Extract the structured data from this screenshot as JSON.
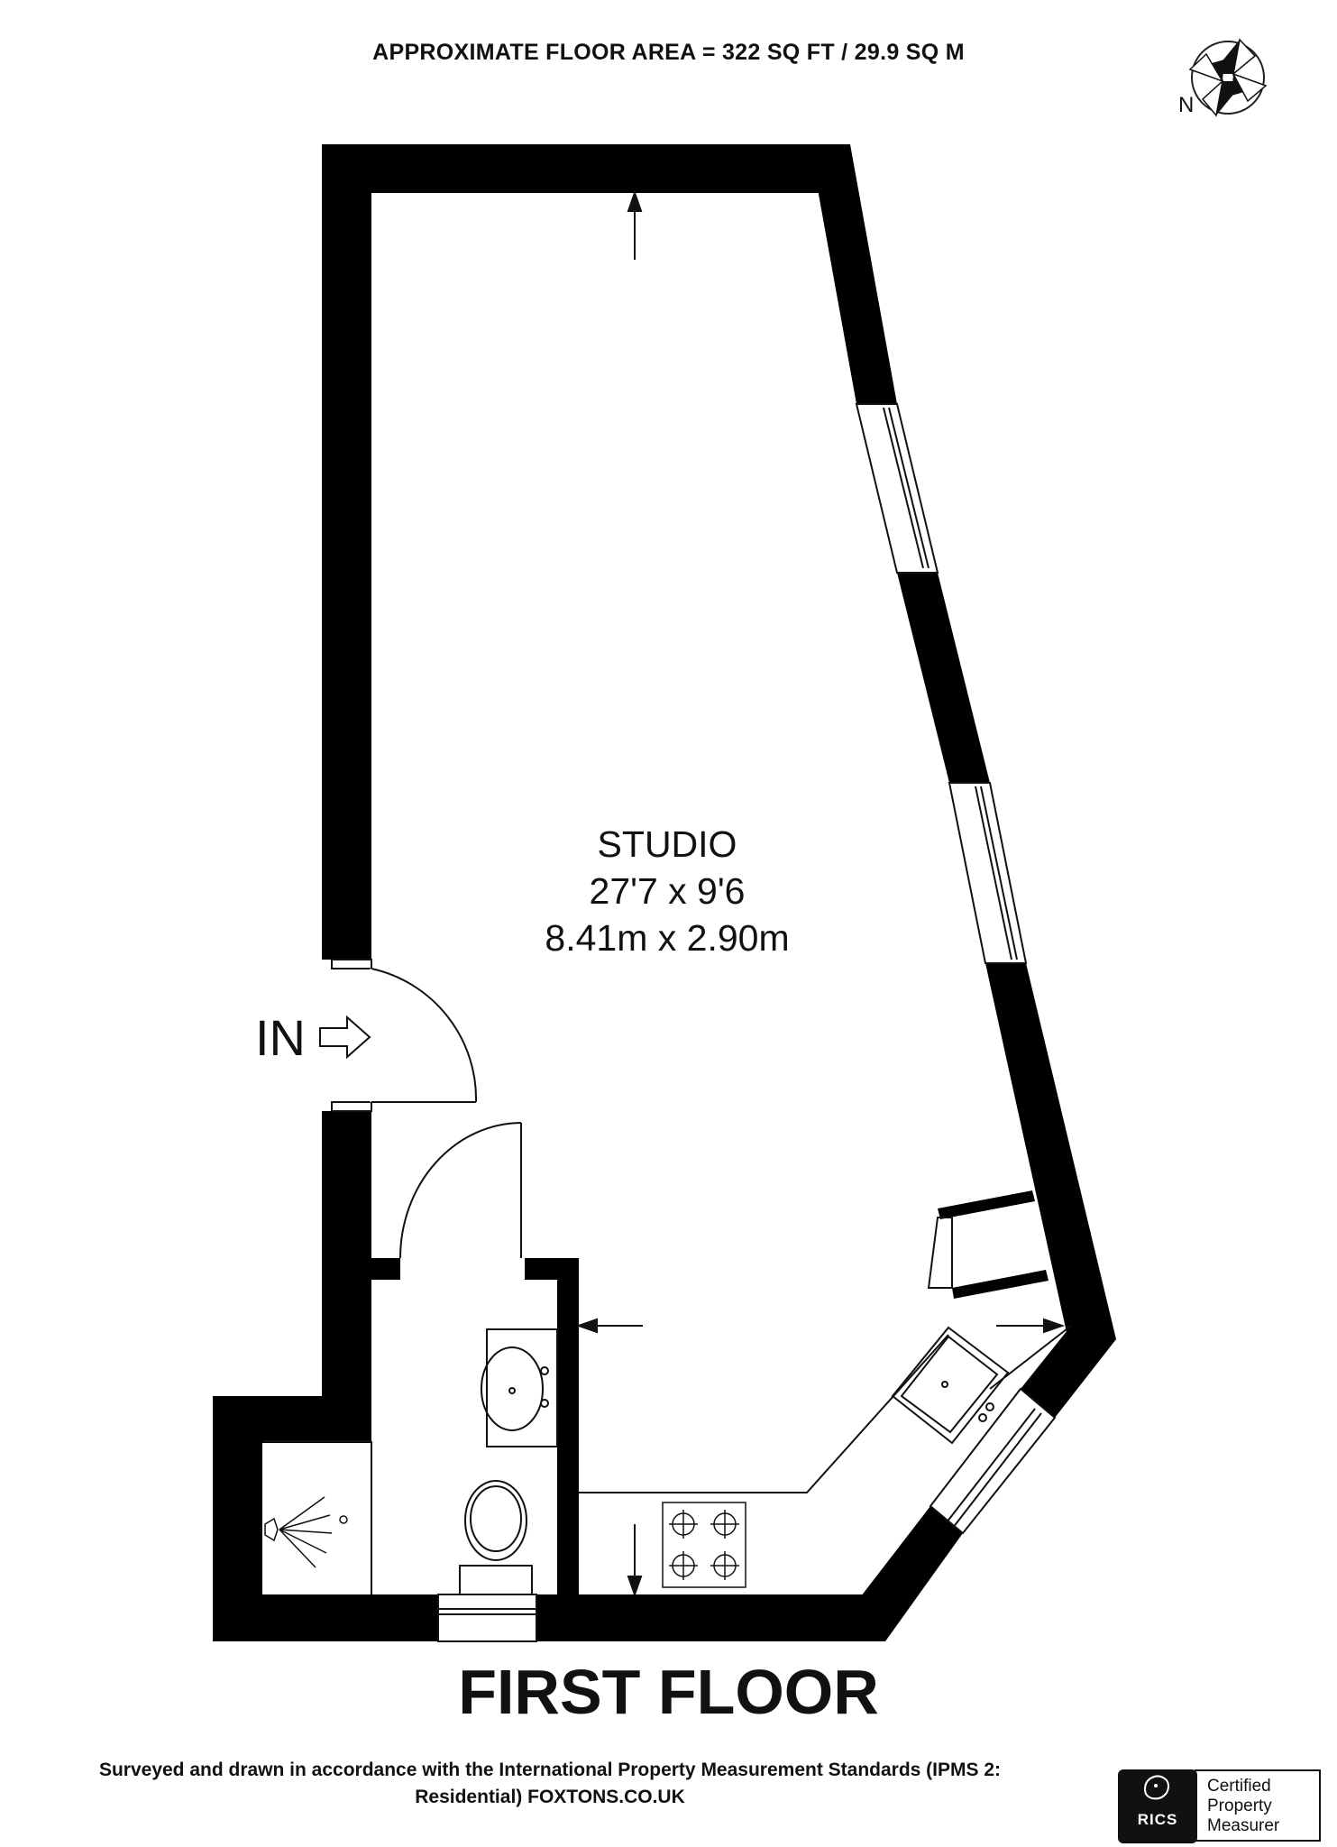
{
  "header": {
    "area": "APPROXIMATE FLOOR AREA = 322 SQ FT / 29.9 SQ M",
    "compass_label": "N"
  },
  "room": {
    "name": "STUDIO",
    "size_imperial": "27'7 x 9'6",
    "size_metric": "8.41m x 2.90m"
  },
  "entrance": {
    "label": "IN"
  },
  "floor_title": "FIRST FLOOR",
  "footer": {
    "line1": "Surveyed and drawn in accordance with the International Property Measurement Standards (IPMS 2:",
    "line2": "Residential) FOXTONS.CO.UK"
  },
  "badge": {
    "mark": "RICS",
    "line1": "Certified",
    "line2": "Property",
    "line3": "Measurer"
  },
  "icons": [
    "compass-icon",
    "entrance-arrow-icon",
    "rics-lion-icon"
  ],
  "colors": {
    "wall": "#000000",
    "line": "#111111",
    "background": "#ffffff"
  }
}
